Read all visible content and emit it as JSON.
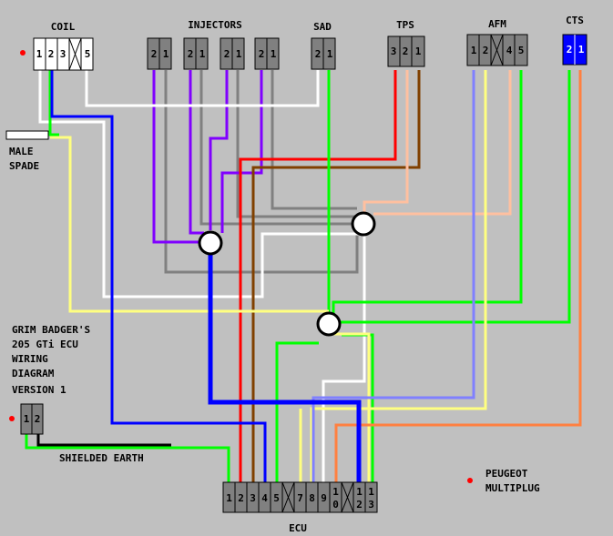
{
  "title_lines": [
    "GRIM BADGER'S",
    "205 GTi ECU",
    "WIRING",
    "DIAGRAM"
  ],
  "version": "VERSION 1",
  "connectors": {
    "coil": {
      "label": "COIL",
      "pins": [
        "1",
        "2",
        "3",
        "X",
        "5"
      ]
    },
    "injectors": {
      "label": "INJECTORS",
      "pins": [
        "2",
        "1"
      ]
    },
    "sad": {
      "label": "SAD",
      "pins": [
        "2",
        "1"
      ]
    },
    "tps": {
      "label": "TPS",
      "pins": [
        "3",
        "2",
        "1"
      ]
    },
    "afm": {
      "label": "AFM",
      "pins": [
        "1",
        "2",
        "X",
        "4",
        "5"
      ]
    },
    "cts": {
      "label": "CTS",
      "pins": [
        "2",
        "1"
      ]
    },
    "ecu": {
      "label": "ECU",
      "pins": [
        "1",
        "2",
        "3",
        "4",
        "5",
        "X",
        "7",
        "8",
        "9",
        "10",
        "X",
        "12",
        "13"
      ]
    },
    "earth_plug": {
      "pins": [
        "1",
        "2"
      ]
    }
  },
  "labels": {
    "male_spade_line1": "MALE",
    "male_spade_line2": "SPADE",
    "shielded_earth": "SHIELDED EARTH",
    "legend_line1": "PEUGEOT",
    "legend_line2": "MULTIPLUG"
  },
  "colors": {
    "background": "#c0c0c0",
    "connector_gray": "#808080",
    "cts_blue": "#0000ff",
    "marker_red": "#ff0000",
    "wire_blue": "#0000ff",
    "wire_green": "#00ff00",
    "wire_yellow": "#ffff80",
    "wire_white": "#ffffff",
    "wire_purple": "#8000ff",
    "wire_gray": "#808080",
    "wire_red": "#ff0000",
    "wire_brown": "#804000",
    "wire_peach": "#ffc0a0",
    "wire_lightblue": "#8080ff",
    "wire_orange": "#ff8040",
    "wire_black": "#000000"
  }
}
